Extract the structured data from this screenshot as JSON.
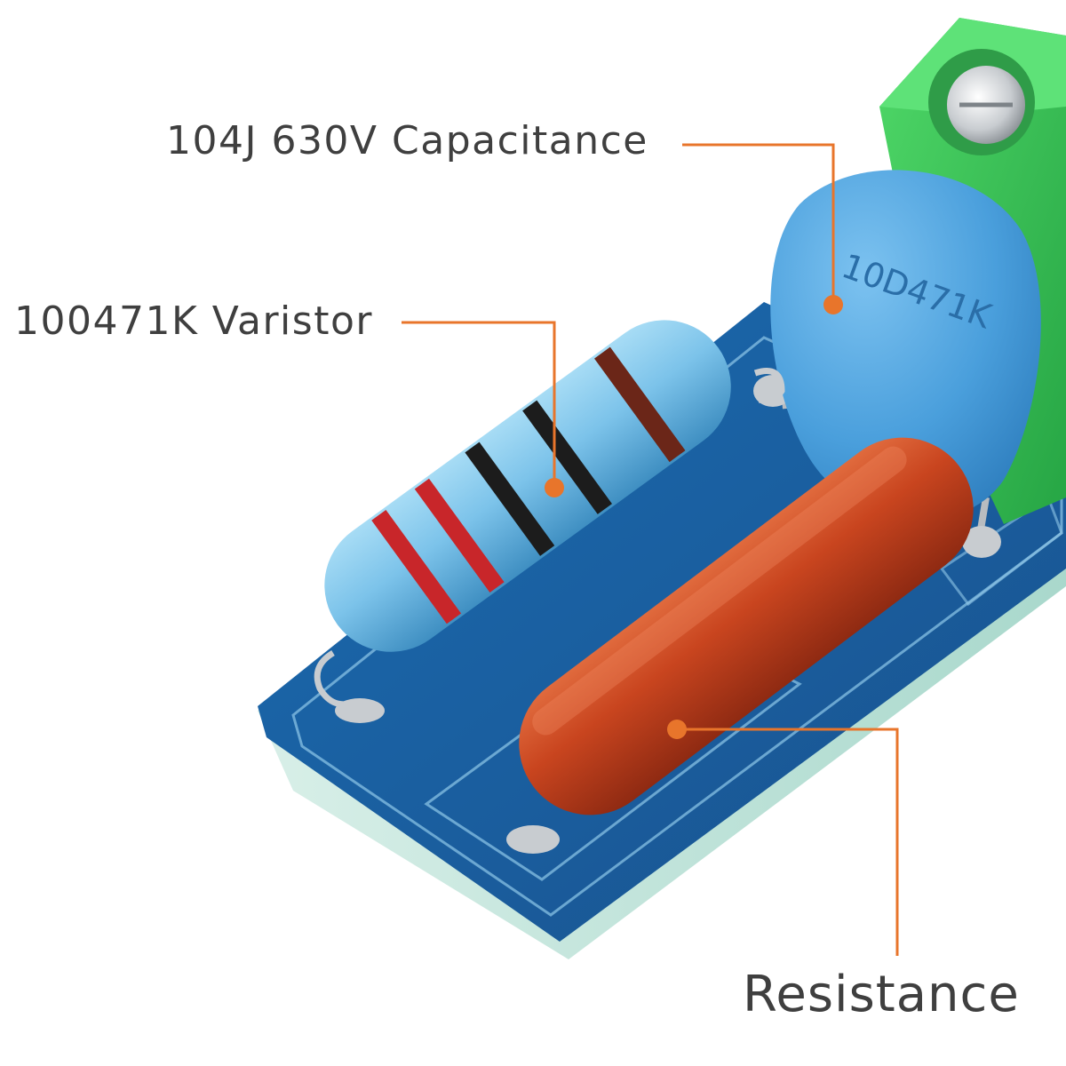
{
  "callouts": {
    "capacitance": "104J 630V Capacitance",
    "varistor": "100471K Varistor",
    "resistance": "Resistance"
  },
  "component_markings": {
    "disc_component": "10D471K"
  },
  "colors": {
    "callout_line": "#e8752b",
    "label_text": "#3f3f3f",
    "pcb_blue": "#1e63a6",
    "terminal_green": "#37c254",
    "disc_blue": "#4a9fdc",
    "resistor_body": "#7cc3ea",
    "film_capacitor": "#c9451f"
  }
}
